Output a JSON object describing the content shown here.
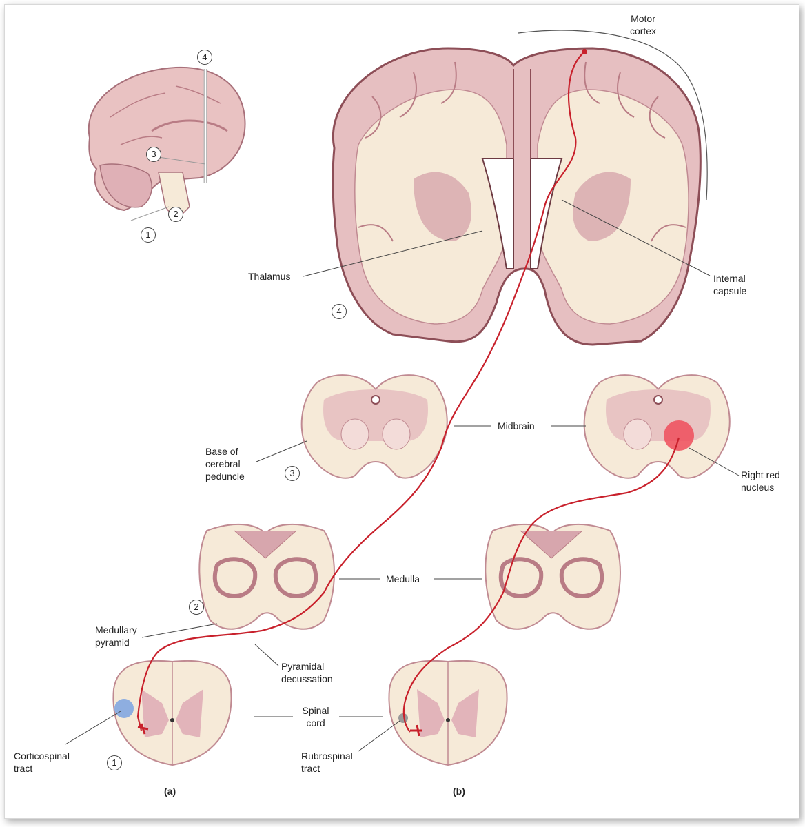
{
  "labels": {
    "motor_cortex": "Motor cortex",
    "thalamus": "Thalamus",
    "internal_capsule": "Internal capsule",
    "midbrain": "Midbrain",
    "base_cerebral_peduncle": "Base of cerebral peduncle",
    "right_red_nucleus": "Right red nucleus",
    "medulla": "Medulla",
    "medullary_pyramid": "Medullary pyramid",
    "pyramidal_decussation": "Pyramidal decussation",
    "spinal_cord": "Spinal cord",
    "corticospinal_tract": "Corticospinal tract",
    "rubrospinal_tract": "Rubrospinal tract"
  },
  "numbers": {
    "n1": "1",
    "n2": "2",
    "n3": "3",
    "n4": "4"
  },
  "captions": {
    "a": "(a)",
    "b": "(b)"
  },
  "colors": {
    "tissue_pink": "#e9c2c2",
    "tissue_dark": "#b97c85",
    "white_matter": "#f6ead8",
    "tract_red": "#c8202b",
    "corticospinal_blue": "#8eaee0"
  }
}
